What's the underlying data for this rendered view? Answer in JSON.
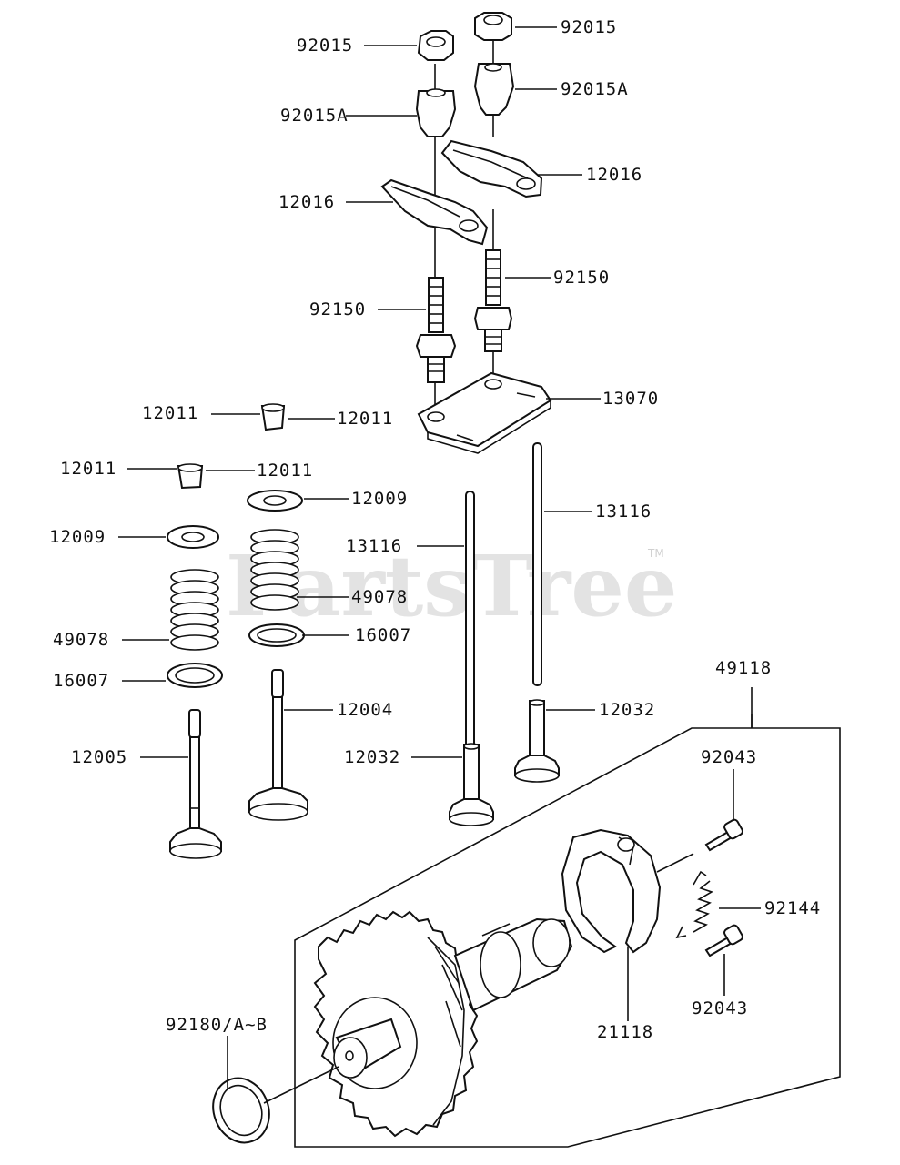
{
  "watermark": {
    "text": "PartsTree",
    "trademark": "TM"
  },
  "labels": {
    "nut_left": "92015",
    "nut_right": "92015",
    "cap_left": "92015A",
    "cap_right": "92015A",
    "rocker_left": "12016",
    "rocker_right": "12016",
    "stud_left": "92150",
    "stud_right": "92150",
    "guide_plate": "13070",
    "keeper_mid_left": "12011",
    "keeper_mid_right": "12011",
    "keeper_left": "12011",
    "keeper_right": "12011",
    "retainer_right": "12009",
    "retainer_left": "12009",
    "pushrod_left": "13116",
    "pushrod_right": "13116",
    "spring_right": "49078",
    "spring_left": "49078",
    "seat_right": "16007",
    "seat_left": "16007",
    "valve_exhaust": "12004",
    "valve_intake": "12005",
    "tappet_left": "12032",
    "tappet_right": "12032",
    "camshaft_assy": "49118",
    "bolt_top": "92043",
    "bolt_bottom": "92043",
    "spring_weight": "92144",
    "weight": "21118",
    "shim": "92180/A~B"
  }
}
